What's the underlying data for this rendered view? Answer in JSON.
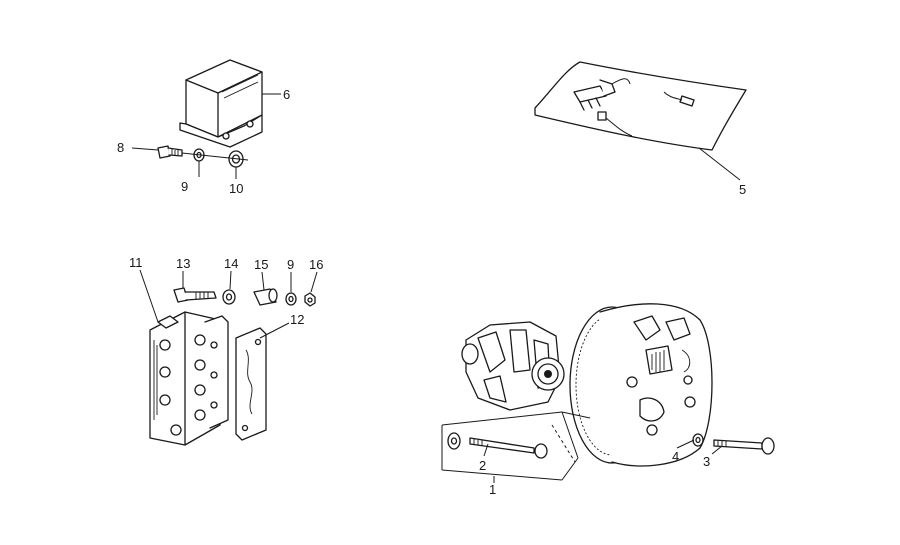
{
  "callouts": {
    "c1": "1",
    "c2": "2",
    "c3": "3",
    "c4": "4",
    "c5": "5",
    "c6": "6",
    "c8": "8",
    "c9a": "9",
    "c10": "10",
    "c11": "11",
    "c12": "12",
    "c13": "13",
    "c14": "14",
    "c15": "15",
    "c9b": "9",
    "c16": "16"
  }
}
